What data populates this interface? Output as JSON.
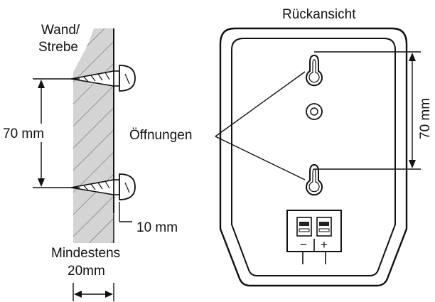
{
  "diagram": {
    "wall_label_line1": "Wand/",
    "wall_label_line2": "Strebe",
    "hole_spacing_left": "70 mm",
    "openings_label": "Öffnungen",
    "screw_protrusion": "10 mm",
    "min_depth_line1": "Mindestens",
    "min_depth_line2": "20mm",
    "rear_view_title": "Rückansicht",
    "hole_spacing_right": "70 mm",
    "terminal_minus": "−",
    "terminal_plus": "+"
  },
  "colors": {
    "wall_fill": "#d4d4d4",
    "line": "#111111",
    "background": "#ffffff"
  }
}
